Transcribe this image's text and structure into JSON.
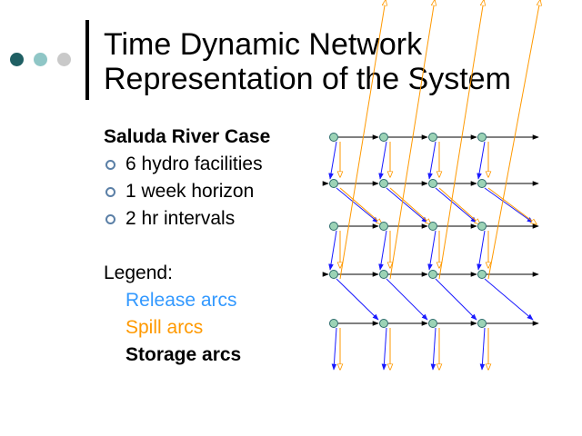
{
  "slide": {
    "title_lines": [
      "Time Dynamic Network",
      "Representation of the System"
    ]
  },
  "content": {
    "case_title": "Saluda River Case",
    "bullets": [
      "6 hydro facilities",
      "1 week horizon",
      "2 hr intervals"
    ],
    "legend_title": "Legend:",
    "legend": [
      {
        "label": "Release arcs",
        "color": "#3399ff"
      },
      {
        "label": "Spill arcs",
        "color": "#ff9900"
      },
      {
        "label": "Storage arcs",
        "color": "#000000"
      }
    ]
  },
  "colors": {
    "dot_dark": "#1f5f63",
    "dot_mid": "#8fc6c6",
    "dot_light": "#c9c9c9",
    "node_fill": "#9cd3b6",
    "node_stroke": "#2a6a6a",
    "release_arc": "#1a1aff",
    "spill_arc": "#ff9900",
    "storage_arc": "#000000"
  }
}
